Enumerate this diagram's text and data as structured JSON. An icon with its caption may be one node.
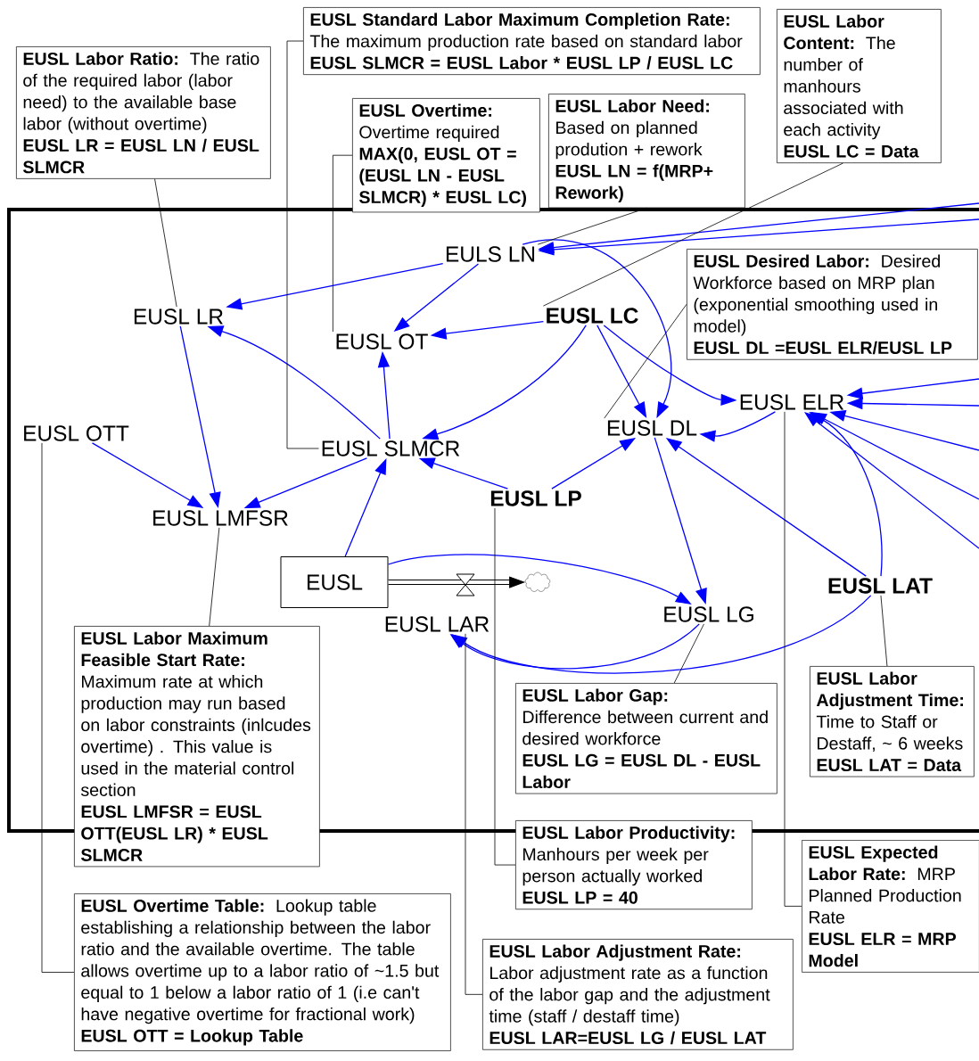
{
  "diagram": {
    "nodes": [
      {
        "text": [
          "EUSL Labor Ratio:",
          "The ratio of the required labor (labor need) to the available base labor (without overtime)",
          "EUSL LR = EUSL LN / EUSL SLMCR"
        ]
      },
      {
        "text": [
          "EUSL Standard Labor Maximum Completion Rate:",
          "The maximum production rate based on standard labor",
          "EUSL SLMCR = EUSL Labor * EUSL LP / EUSL LC"
        ]
      },
      {
        "text": [
          "EUSL Labor Content:",
          "The number of manhours associated with each activity",
          "EUSL LC = Data"
        ]
      },
      {
        "text": [
          "EUSL Overtime:",
          "Overtime required",
          "MAX(0, EUSL OT = (EUSL LN - EUSL SLMCR) * EUSL LC)"
        ]
      },
      {
        "text": [
          "EUSL Labor Need:",
          "Based on planned prodution + rework",
          "EUSL LN = f(MRP+ Rework)"
        ]
      },
      {
        "text": [
          "EUSL Desired Labor:",
          "Desired Workforce based on MRP plan (exponential smoothing used in model)",
          "EUSL DL =EUSL ELR/EUSL LP"
        ]
      },
      {
        "text": [
          "EULS LN"
        ]
      },
      {
        "text": [
          "EUSL LR"
        ]
      },
      {
        "text": [
          "EUSL OT"
        ]
      },
      {
        "text": [
          "EUSL LC"
        ]
      },
      {
        "text": [
          "EUSL ELR"
        ]
      },
      {
        "text": [
          "EUSL OTT"
        ]
      },
      {
        "text": [
          "EUSL DL"
        ]
      },
      {
        "text": [
          "EUSL SLMCR"
        ]
      },
      {
        "text": [
          "EUSL LP"
        ]
      },
      {
        "text": [
          "EUSL LMFSR"
        ]
      },
      {
        "text": [
          "EUSL"
        ]
      },
      {
        "text": [
          "EUSL LAR"
        ]
      },
      {
        "text": [],
        "shape": "cloud"
      },
      {
        "text": [
          "EUSL LG"
        ]
      },
      {
        "text": [
          "EUSL LAT"
        ]
      },
      {
        "text": [
          "EUSL Labor Maximum Feasible Start Rate:",
          "Maximum rate at which production may run based on labor constraints (inlcudes overtime) . This value is used in the material control section",
          "EUSL LMFSR = EUSL OTT(EUSL LR) * EUSL SLMCR"
        ]
      },
      {
        "text": [
          "EUSL Labor Gap:",
          "Difference between current and desired workforce",
          "EUSL LG = EUSL DL - EUSL Labor"
        ]
      },
      {
        "text": [
          "EUSL Labor Adjustment Time:",
          "Time to Staff or Destaff, ~ 6 weeks",
          "EUSL LAT = Data"
        ]
      },
      {
        "text": [
          "EUSL Labor Productivity:",
          "Manhours per week per person actually worked",
          "EUSL LP = 40"
        ]
      },
      {
        "text": [
          "EUSL Expected Labor Rate:",
          "MRP Planned Production Rate",
          "EUSL ELR = MRP Model"
        ]
      },
      {
        "text": [
          "EUSL Overtime Table:",
          "Lookup table establishing a relationship between the labor ratio and the available overtime. The table allows overtime up to a labor ratio of ~1.5 but equal to 1 below a labor ratio of 1 (i.e can't have negative overtime for fractional work)",
          "EUSL OTT = Lookup Table"
        ]
      },
      {
        "text": [
          "EUSL Labor Adjustment Rate:",
          "Labor adjustment rate as a function of the labor gap and the adjustment time (staff / destaff time)",
          "EUSL LAR=EUSL LG / EUSL LAT"
        ]
      }
    ],
    "edges": [
      {
        "from": 6,
        "to": 7,
        "arrow": "to"
      },
      {
        "from": 6,
        "to": 8,
        "arrow": "to"
      },
      {
        "from": 9,
        "to": 8,
        "arrow": "to"
      },
      {
        "from": 9,
        "to": 13,
        "arrow": "to"
      },
      {
        "from": 9,
        "to": 12,
        "arrow": "to"
      },
      {
        "from": 9,
        "to": 10,
        "arrow": "to"
      },
      {
        "from": 7,
        "to": 15,
        "arrow": "to"
      },
      {
        "from": 13,
        "to": 7,
        "arrow": "to"
      },
      {
        "from": 13,
        "to": 8,
        "arrow": "to"
      },
      {
        "from": 13,
        "to": 15,
        "arrow": "to"
      },
      {
        "from": 11,
        "to": 15,
        "arrow": "to"
      },
      {
        "from": 14,
        "to": 13,
        "arrow": "to"
      },
      {
        "from": 14,
        "to": 12,
        "arrow": "to"
      },
      {
        "from": 16,
        "to": 13,
        "arrow": "to"
      },
      {
        "from": 16,
        "to": 19,
        "arrow": "to"
      },
      {
        "from": 12,
        "to": 19,
        "arrow": "to"
      },
      {
        "from": 10,
        "to": 12,
        "arrow": "to"
      },
      {
        "from": 6,
        "to": 12,
        "arrow": "to"
      },
      {
        "from": 20,
        "to": 12,
        "arrow": "to"
      },
      {
        "from": 20,
        "to": 10,
        "arrow": "to"
      },
      {
        "from": 19,
        "to": 17,
        "arrow": "to"
      },
      {
        "from": 20,
        "to": 17,
        "arrow": "to"
      },
      {
        "from": null,
        "to": 6,
        "arrow": "to"
      },
      {
        "from": null,
        "to": 6,
        "arrow": "to"
      },
      {
        "from": null,
        "to": 10,
        "arrow": "to"
      },
      {
        "from": null,
        "to": 10,
        "arrow": "to"
      },
      {
        "from": null,
        "to": 10,
        "arrow": "to"
      },
      {
        "from": null,
        "to": 10,
        "arrow": "to"
      },
      {
        "from": null,
        "to": 10,
        "arrow": "to"
      },
      {
        "from": 16,
        "to": 18,
        "arrow": "to",
        "style": "thick",
        "color": "#000000"
      },
      {
        "from": 0,
        "to": 7,
        "arrow": "none",
        "color": "#000000"
      },
      {
        "from": 1,
        "to": 13,
        "arrow": "none",
        "color": "#000000"
      },
      {
        "from": 2,
        "to": 9,
        "arrow": "none",
        "color": "#000000"
      },
      {
        "from": 3,
        "to": 8,
        "arrow": "none",
        "color": "#000000"
      },
      {
        "from": 4,
        "to": 6,
        "arrow": "none",
        "color": "#000000"
      },
      {
        "from": 5,
        "to": 12,
        "arrow": "none",
        "color": "#000000"
      },
      {
        "from": 21,
        "to": 15,
        "arrow": "none",
        "color": "#000000"
      },
      {
        "from": 22,
        "to": 19,
        "arrow": "none",
        "color": "#000000"
      },
      {
        "from": 23,
        "to": 20,
        "arrow": "none",
        "color": "#000000"
      },
      {
        "from": 24,
        "to": 14,
        "arrow": "none",
        "color": "#000000"
      },
      {
        "from": 25,
        "to": 10,
        "arrow": "none",
        "color": "#000000"
      },
      {
        "from": 26,
        "to": 11,
        "arrow": "none",
        "color": "#000000"
      },
      {
        "from": 27,
        "to": 17,
        "arrow": "none",
        "color": "#000000"
      }
    ]
  }
}
